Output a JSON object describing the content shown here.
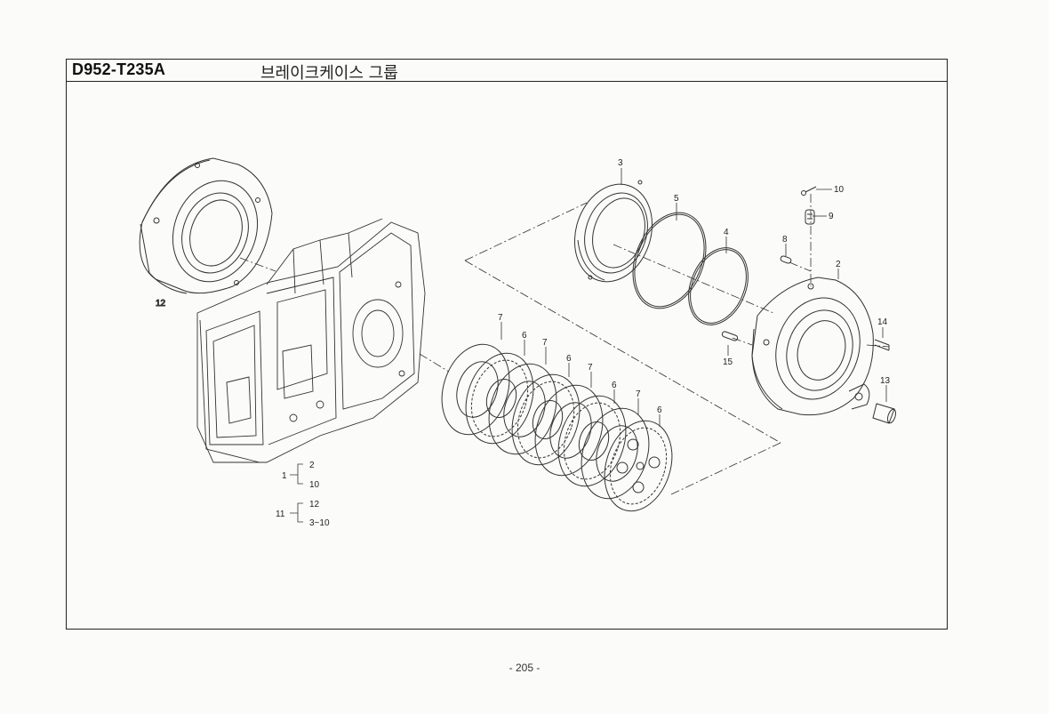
{
  "header": {
    "model_code": "D952-T235A",
    "group_title": "브레이크케이스 그룹"
  },
  "callouts": {
    "c1": "1",
    "c2": "2",
    "c3": "3",
    "c4": "4",
    "c5": "5",
    "c6a": "6",
    "c6b": "6",
    "c6c": "6",
    "c6d": "6",
    "c7a": "7",
    "c7b": "7",
    "c7c": "7",
    "c7d": "7",
    "c8": "8",
    "c9": "9",
    "c10": "10",
    "c12": "12",
    "c13": "13",
    "c14": "14",
    "c15": "15"
  },
  "assembly_key": {
    "g1_parent": "1",
    "g1_child_a": "2",
    "g1_child_b": "10",
    "g2_parent": "11",
    "g2_child_a": "12",
    "g2_child_b": "3~10"
  },
  "footer": {
    "page_number": "- 205 -"
  }
}
